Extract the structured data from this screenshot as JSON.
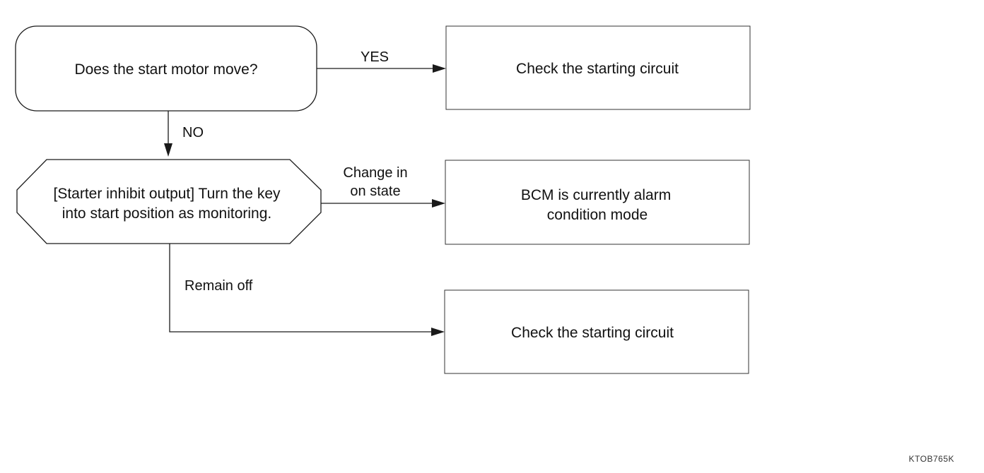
{
  "nodes": {
    "question": {
      "line1": "Does the start motor move?"
    },
    "check_circuit_top": {
      "line1": "Check the starting circuit"
    },
    "starter_inhibit": {
      "line1": "[Starter inhibit output] Turn the key",
      "line2": "into start position as monitoring."
    },
    "bcm_alarm": {
      "line1": "BCM is currently alarm",
      "line2": "condition mode"
    },
    "check_circuit_bottom": {
      "line1": "Check the starting circuit"
    }
  },
  "edges": {
    "yes": "YES",
    "no": "NO",
    "change_line1": "Change in",
    "change_line2": "on state",
    "remain_off": "Remain off"
  },
  "figure_id": "KTOB765K"
}
